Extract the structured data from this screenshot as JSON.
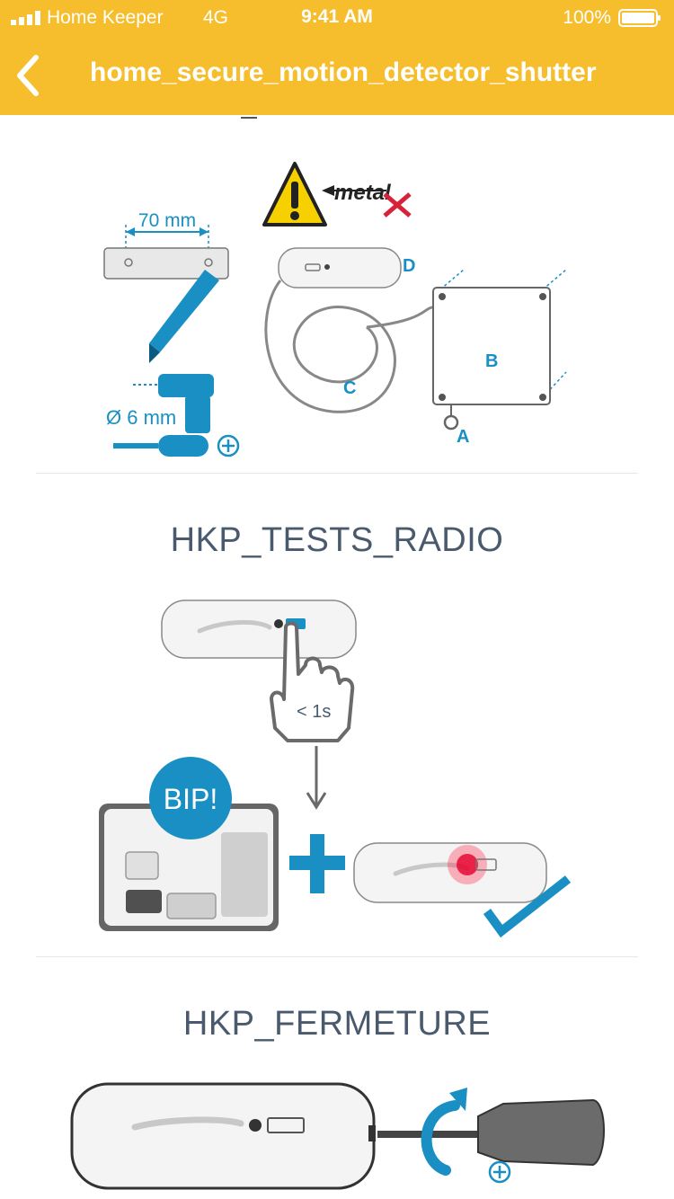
{
  "status_bar": {
    "carrier": "Home Keeper",
    "network": "4G",
    "time": "9:41 AM",
    "battery": "100%"
  },
  "nav": {
    "title": "home_secure_motion_detector_shutter"
  },
  "install": {
    "measure_label": "70 mm",
    "drill_label": "Ø 6 mm",
    "metal_label": "metal",
    "part_a": "A",
    "part_b": "B",
    "part_c": "C",
    "part_d": "D"
  },
  "tests_radio": {
    "title": "HKP_TESTS_RADIO",
    "press_label": "< 1s",
    "bip_label": "BIP!"
  },
  "fermeture": {
    "title": "HKP_FERMETURE"
  },
  "colors": {
    "header": "#f6be2c",
    "accent": "#1a8fc4",
    "title_text": "#4a5a6e"
  }
}
